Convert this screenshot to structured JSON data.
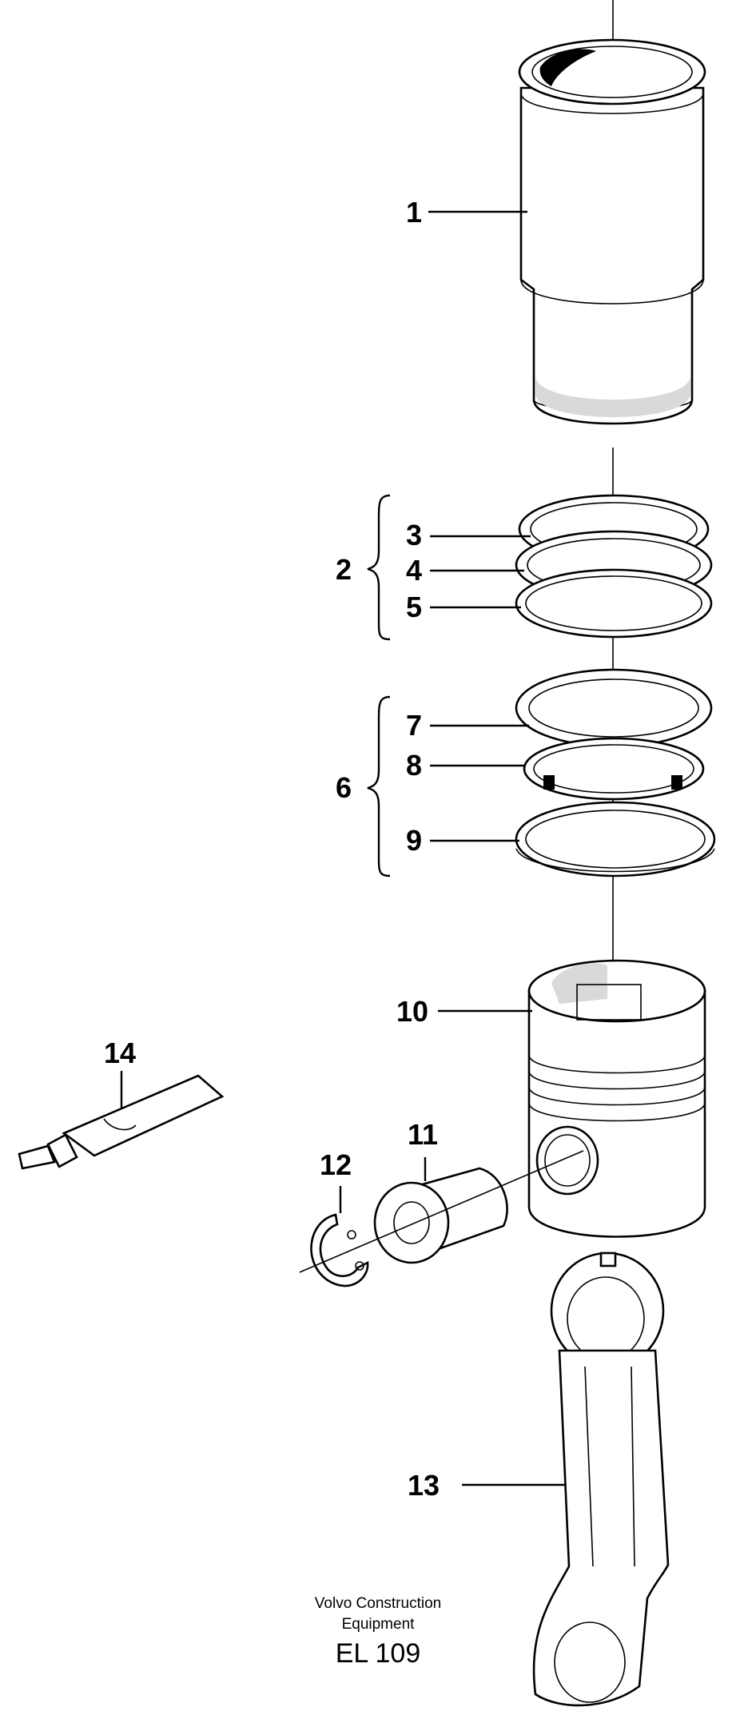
{
  "callouts": {
    "c1": "1",
    "c2": "2",
    "c3": "3",
    "c4": "4",
    "c5": "5",
    "c6": "6",
    "c7": "7",
    "c8": "8",
    "c9": "9",
    "c10": "10",
    "c11": "11",
    "c12": "12",
    "c13": "13",
    "c14": "14"
  },
  "footer": {
    "brand_line1": "Volvo Construction",
    "brand_line2": "Equipment",
    "drawing_code": "EL 109"
  }
}
